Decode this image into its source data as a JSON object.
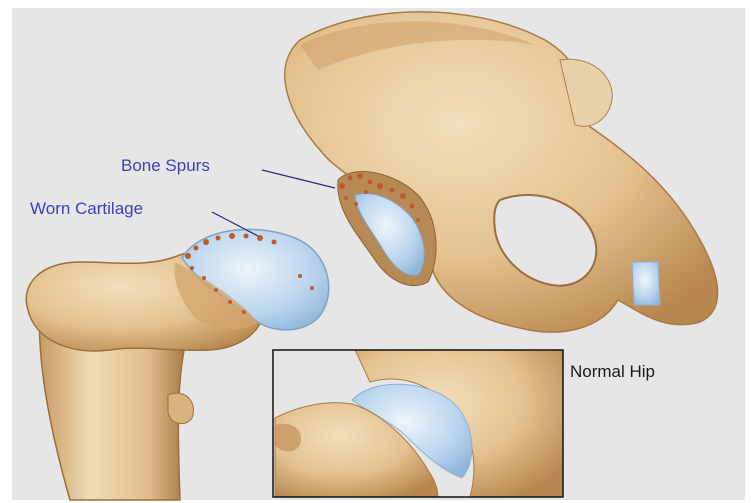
{
  "labels": {
    "bone_spurs": "Bone Spurs",
    "worn_cartilage": "Worn Cartilage",
    "normal_hip": "Normal Hip"
  },
  "colors": {
    "background": "#e6e6e6",
    "bone": "#e7cb9f",
    "bone_shadow": "#b88a55",
    "cartilage": "#b9d4ee",
    "spurs": "#c05a2e",
    "label_text": "#3c3fb8"
  }
}
